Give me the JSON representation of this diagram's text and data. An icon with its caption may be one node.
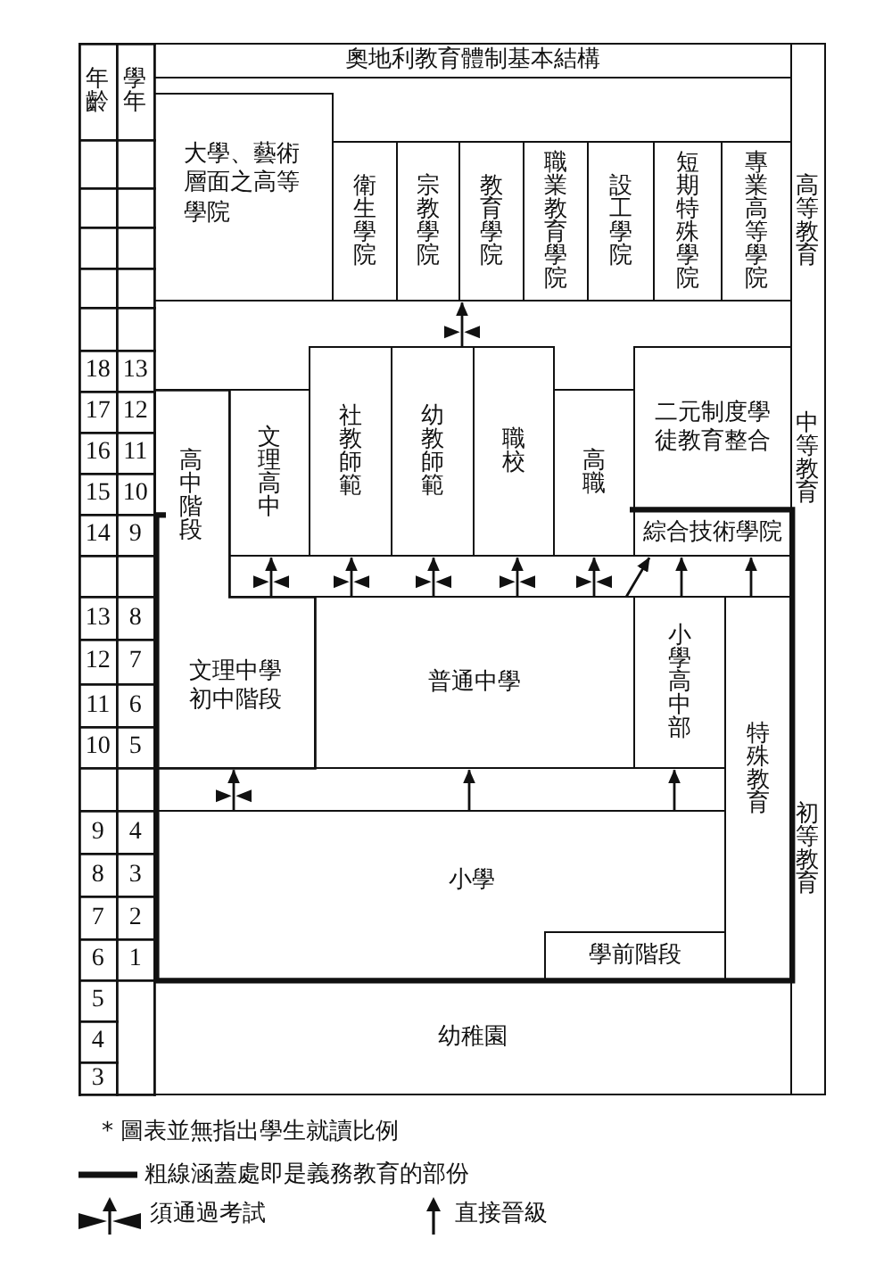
{
  "diagram": {
    "title": "奧地利教育體制基本結構",
    "nodes": [
      {
        "text": [
          "大學、藝術層面之高等學院"
        ]
      },
      {
        "text": [
          "衛生學院"
        ]
      },
      {
        "text": [
          "宗教學院"
        ]
      },
      {
        "text": [
          "教育學院"
        ]
      },
      {
        "text": [
          "職業教育學院"
        ]
      },
      {
        "text": [
          "設工學院"
        ]
      },
      {
        "text": [
          "短期特殊學院"
        ]
      },
      {
        "text": [
          "專業高等學院"
        ]
      },
      {
        "text": [
          "高等教育",
          "中等教育",
          "初等教育"
        ]
      },
      {
        "text": [
          "高中階段",
          "文理中學初中階段"
        ]
      },
      {
        "text": [
          "文理高中"
        ]
      },
      {
        "text": [
          "社教師範"
        ]
      },
      {
        "text": [
          "幼教師範"
        ]
      },
      {
        "text": [
          "職校"
        ]
      },
      {
        "text": [
          "高職"
        ]
      },
      {
        "text": [
          "二元制度學徒教育整合"
        ]
      },
      {
        "text": [
          "綜合技術學院"
        ]
      },
      {
        "text": [
          "普通中學"
        ]
      },
      {
        "text": [
          "小學高中部"
        ]
      },
      {
        "text": [
          "特殊教育"
        ]
      },
      {
        "text": [
          "小學"
        ]
      },
      {
        "text": [
          "學前階段"
        ],
        "in": 20
      },
      {
        "text": [
          "幼稚園"
        ]
      }
    ],
    "edges": [
      {
        "from": 12,
        "to": 3,
        "arrow": "to"
      },
      {
        "from": 9,
        "to": 10,
        "arrow": "to"
      },
      {
        "from": 17,
        "to": 11,
        "arrow": "to"
      },
      {
        "from": 17,
        "to": 12,
        "arrow": "to"
      },
      {
        "from": 17,
        "to": 13,
        "arrow": "to"
      },
      {
        "from": 17,
        "to": 14,
        "arrow": "to"
      },
      {
        "from": 17,
        "to": 16,
        "arrow": "to"
      },
      {
        "from": 18,
        "to": 16,
        "arrow": "to"
      },
      {
        "from": 19,
        "to": 16,
        "arrow": "to"
      },
      {
        "from": 20,
        "to": 9,
        "arrow": "to"
      },
      {
        "from": 20,
        "to": 17,
        "arrow": "to"
      },
      {
        "from": 20,
        "to": 18,
        "arrow": "to"
      }
    ],
    "labels": [
      "年齡",
      "學年",
      "18",
      "13",
      "17",
      "12",
      "16",
      "11",
      "15",
      "10",
      "14",
      "9",
      "13",
      "8",
      "12",
      "7",
      "11",
      "6",
      "10",
      "5",
      "9",
      "4",
      "8",
      "3",
      "7",
      "2",
      "6",
      "1",
      "5",
      "4",
      "3",
      "* 圖表並無指出學生就讀比例"
    ],
    "legend": [
      {
        "text": "粗線涵蓋處即是義務教育的部份"
      },
      {
        "text": "須通過考試"
      },
      {
        "text": "直接晉級"
      }
    ]
  }
}
